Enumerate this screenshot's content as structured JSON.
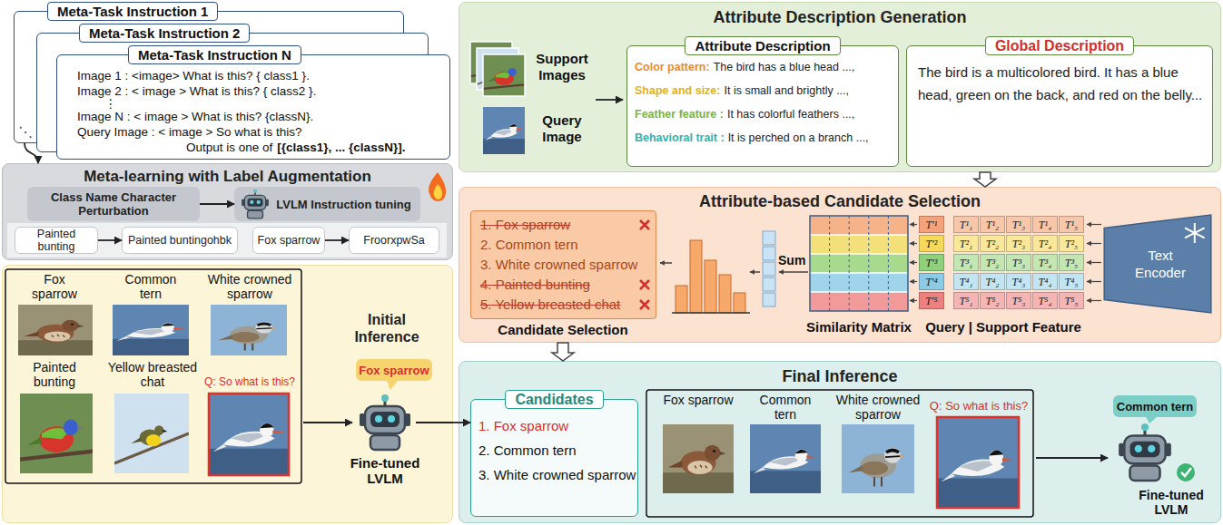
{
  "diagram": {
    "nodes": [
      {
        "text": [
          "Meta-Task Instruction 1"
        ]
      },
      {
        "text": [
          "Meta-Task Instruction 2"
        ]
      },
      {
        "text": [
          "Meta-Task Instruction N",
          "Image 1 : <image> What is this? { class1 }.",
          "Image 2 : < image > What is this? { class2 }.",
          "⋮",
          "Image N : < image > What is this? {classN}.",
          "Query Image : < image > So what is this?",
          "Output is one of",
          "[{class1}, ... {classN}]."
        ]
      },
      {
        "text": [
          "Meta-learning with Label Augmentation"
        ]
      },
      {
        "text": [
          "Class Name Character Perturbation"
        ],
        "in": 3
      },
      {
        "text": [
          "LVLM Instruction tuning"
        ],
        "in": 3
      },
      {
        "text": [
          "Painted bunting"
        ],
        "in": 3
      },
      {
        "text": [
          "Painted buntingohbk"
        ],
        "in": 3
      },
      {
        "text": [
          "Fox sparrow"
        ],
        "in": 3
      },
      {
        "text": [
          "FroorxpwSa"
        ],
        "in": 3
      },
      {
        "text": [
          "Initial Inference"
        ]
      },
      {
        "text": [
          "Fox sparrow"
        ],
        "in": 10
      },
      {
        "text": [
          "Attribute Description Generation"
        ]
      },
      {
        "text": [
          "Attribute Description",
          "Color pattern:",
          "The bird has a blue head ...,",
          "Shape and size:",
          "It is small and brightly ...,",
          "Feather feature :",
          "It has colorful feathers ...,",
          "Behavioral trait :",
          "It is perched on a branch ...,"
        ],
        "in": 12
      },
      {
        "text": [
          "Global Description",
          "The bird is a multicolored bird. It has a blue head, green on the back, and red on the belly..."
        ],
        "in": 12
      },
      {
        "text": [
          "Attribute-based Candidate Selection"
        ]
      },
      {
        "text": [
          "1. Fox sparrow",
          "2. Common tern",
          "3. White crowned sparrow",
          "4. Painted bunting",
          "5. Yellow breasted chat"
        ],
        "in": 15
      },
      {
        "text": [
          "T′¹"
        ],
        "in": 15
      },
      {
        "text": [
          "T′²"
        ],
        "in": 15
      },
      {
        "text": [
          "T′³"
        ],
        "in": 15
      },
      {
        "text": [
          "T′⁴"
        ],
        "in": 15
      },
      {
        "text": [
          "T′⁵"
        ],
        "in": 15
      },
      {
        "text": [
          "T¹₁"
        ],
        "in": 15
      },
      {
        "text": [
          "T¹₂"
        ],
        "in": 15
      },
      {
        "text": [
          "T¹₃"
        ],
        "in": 15
      },
      {
        "text": [
          "T¹₄"
        ],
        "in": 15
      },
      {
        "text": [
          "T¹₅"
        ],
        "in": 15
      },
      {
        "text": [
          "T²₁"
        ],
        "in": 15
      },
      {
        "text": [
          "T²₂"
        ],
        "in": 15
      },
      {
        "text": [
          "T²₃"
        ],
        "in": 15
      },
      {
        "text": [
          "T²₄"
        ],
        "in": 15
      },
      {
        "text": [
          "T²₅"
        ],
        "in": 15
      },
      {
        "text": [
          "T³₁"
        ],
        "in": 15
      },
      {
        "text": [
          "T³₂"
        ],
        "in": 15
      },
      {
        "text": [
          "T³₃"
        ],
        "in": 15
      },
      {
        "text": [
          "T³₄"
        ],
        "in": 15
      },
      {
        "text": [
          "T³₅"
        ],
        "in": 15
      },
      {
        "text": [
          "T⁴₁"
        ],
        "in": 15
      },
      {
        "text": [
          "T⁴₂"
        ],
        "in": 15
      },
      {
        "text": [
          "T⁴₃"
        ],
        "in": 15
      },
      {
        "text": [
          "T⁴₄"
        ],
        "in": 15
      },
      {
        "text": [
          "T⁴₅"
        ],
        "in": 15
      },
      {
        "text": [
          "T⁵₁"
        ],
        "in": 15
      },
      {
        "text": [
          "T⁵₂"
        ],
        "in": 15
      },
      {
        "text": [
          "T⁵₃"
        ],
        "in": 15
      },
      {
        "text": [
          "T⁵₄"
        ],
        "in": 15
      },
      {
        "text": [
          "T⁵₅"
        ],
        "in": 15
      },
      {
        "text": [
          "Text Encoder"
        ],
        "in": 15
      },
      {
        "text": [
          "Final Inference"
        ]
      },
      {
        "text": [
          "Candidates",
          "1. Fox sparrow",
          "2. Common tern",
          "3. White crowned sparrow"
        ],
        "in": 48
      },
      {
        "text": [
          "Common tern"
        ],
        "in": 48
      }
    ],
    "edges": [
      {
        "from": 0,
        "to": 3,
        "arrow": "to"
      },
      {
        "from": 4,
        "to": 5,
        "arrow": "to"
      },
      {
        "from": 6,
        "to": 7,
        "arrow": "to"
      },
      {
        "from": 8,
        "to": 9,
        "arrow": "to"
      },
      {
        "from": 12,
        "to": 15,
        "arrow": "to"
      },
      {
        "from": 10,
        "to": 49,
        "arrow": "to"
      },
      {
        "from": 15,
        "to": 48,
        "arrow": "to"
      }
    ],
    "labels": [
      "⋱",
      "Fox sparrow",
      "Common tern",
      "White crowned sparrow",
      "Painted bunting",
      "Yellow breasted chat",
      "Q: So what is this?",
      "Fine-tuned LVLM",
      "Support Images",
      "Query Image",
      "Sum",
      "Candidate Selection",
      "Similarity Matrix",
      "Query | Support Feature",
      "Fox sparrow",
      "Common tern",
      "White crowned sparrow",
      "Q: So what is this?",
      "Fine-tuned LVLM"
    ]
  }
}
